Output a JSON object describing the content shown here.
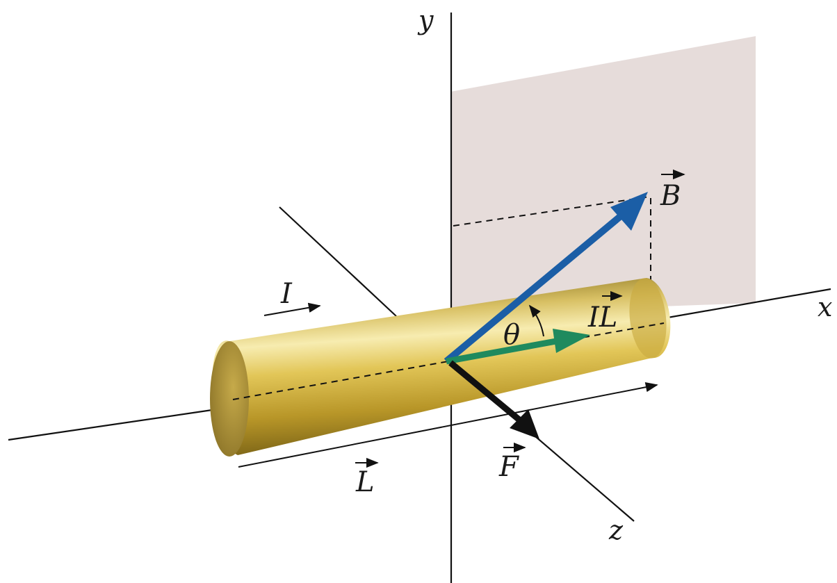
{
  "labels": {
    "axis_x": "x",
    "axis_y": "y",
    "axis_z": "z",
    "current": "I",
    "length": "L",
    "field": "B",
    "force": "F",
    "current_length": "IL",
    "angle": "θ"
  },
  "colors": {
    "field_vector": "#1b5ea6",
    "current_length_vector": "#1f8a5e",
    "force_vector": "#111111",
    "plane_fill": "#e6dcda",
    "cylinder_base": "#c8a838",
    "axis": "#111111"
  }
}
